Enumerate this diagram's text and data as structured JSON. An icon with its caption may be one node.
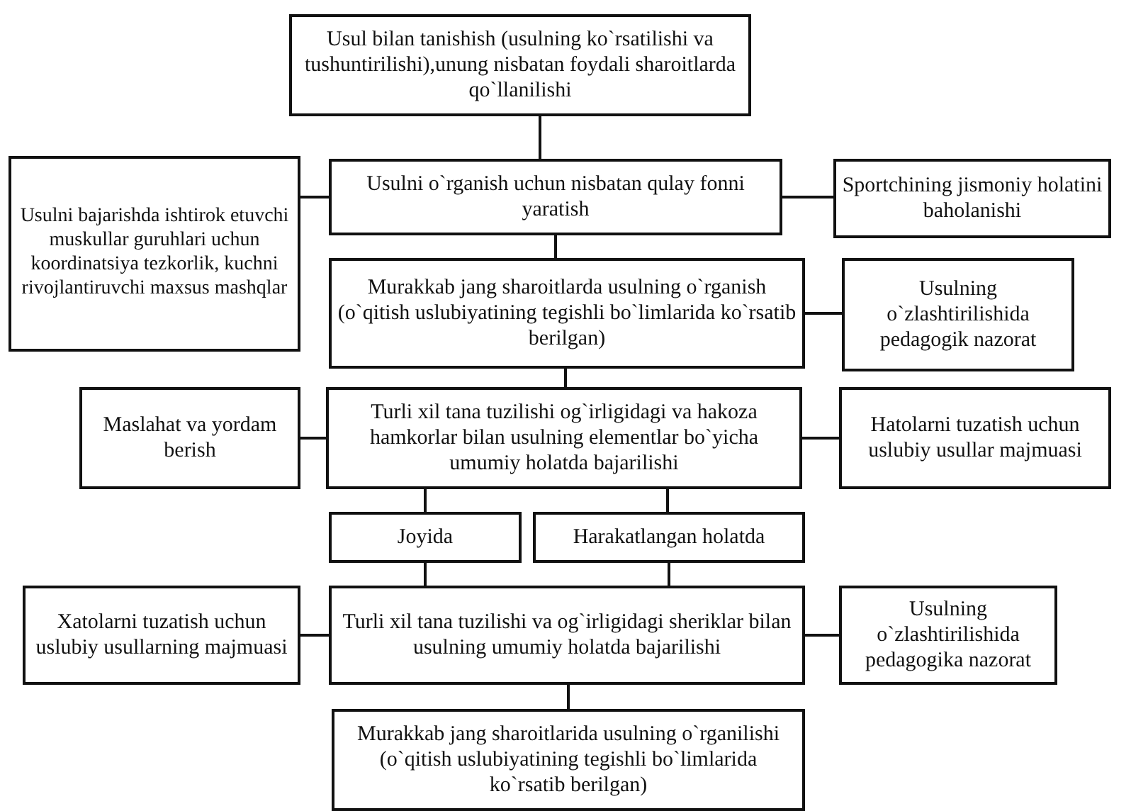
{
  "diagram": {
    "nodes": [
      {
        "text": [
          "Usul bilan  tanishish (usulning ko`rsatilishi va tushuntirilishi),unung nisbatan foydali sharoitlarda qo`llanilishi"
        ]
      },
      {
        "text": [
          "Usulni bajarishda ishtirok etuvchi muskullar guruhlari uchun koordinatsiya tezkorlik, kuchni rivojlantiruvchi maxsus mashqlar"
        ]
      },
      {
        "text": [
          "Usulni o`rganish uchun nisbatan qulay fonni yaratish"
        ]
      },
      {
        "text": [
          "Sportchining jismoniy holatini  baholanishi"
        ]
      },
      {
        "text": [
          "Murakkab jang sharoitlarda usulning o`rganish (o`qitish uslubiyatining tegishli bo`limlarida ko`rsatib berilgan)"
        ]
      },
      {
        "text": [
          "Usulning o`zlashtirilishida pedagogik nazorat"
        ]
      },
      {
        "text": [
          "Maslahat  va yordam berish"
        ]
      },
      {
        "text": [
          "Turli xil tana tuzilishi og`irligidagi va hakoza hamkorlar bilan usulning elementlar bo`yicha umumiy holatda bajarilishi"
        ]
      },
      {
        "text": [
          "Hatolarni tuzatish uchun uslubiy usullar majmuasi"
        ]
      },
      {
        "text": [
          "Joyida"
        ]
      },
      {
        "text": [
          "Harakatlangan holatda"
        ]
      },
      {
        "text": [
          "Xatolarni tuzatish uchun uslubiy usullarning majmuasi"
        ]
      },
      {
        "text": [
          "Turli xil tana tuzilishi va og`irligidagi sheriklar bilan usulning umumiy holatda bajarilishi"
        ]
      },
      {
        "text": [
          "Usulning o`zlashtirilishida pedagogika nazorat"
        ]
      },
      {
        "text": [
          "Murakkab jang sharoitlarida usulning o`rganilishi (o`qitish uslubiyatining tegishli bo`limlarida ko`rsatib berilgan)"
        ]
      }
    ],
    "edges": [
      {
        "from": 0,
        "to": 2,
        "arrow": "none"
      },
      {
        "from": 1,
        "to": 2,
        "arrow": "none"
      },
      {
        "from": 2,
        "to": 3,
        "arrow": "none"
      },
      {
        "from": 2,
        "to": 4,
        "arrow": "none"
      },
      {
        "from": 4,
        "to": 5,
        "arrow": "none"
      },
      {
        "from": 4,
        "to": 7,
        "arrow": "none"
      },
      {
        "from": 6,
        "to": 7,
        "arrow": "none"
      },
      {
        "from": 7,
        "to": 8,
        "arrow": "none"
      },
      {
        "from": 7,
        "to": 9,
        "arrow": "none"
      },
      {
        "from": 7,
        "to": 10,
        "arrow": "none"
      },
      {
        "from": 9,
        "to": 12,
        "arrow": "none"
      },
      {
        "from": 10,
        "to": 12,
        "arrow": "none"
      },
      {
        "from": 11,
        "to": 12,
        "arrow": "none"
      },
      {
        "from": 12,
        "to": 13,
        "arrow": "none"
      },
      {
        "from": 12,
        "to": 14,
        "arrow": "none"
      }
    ]
  }
}
